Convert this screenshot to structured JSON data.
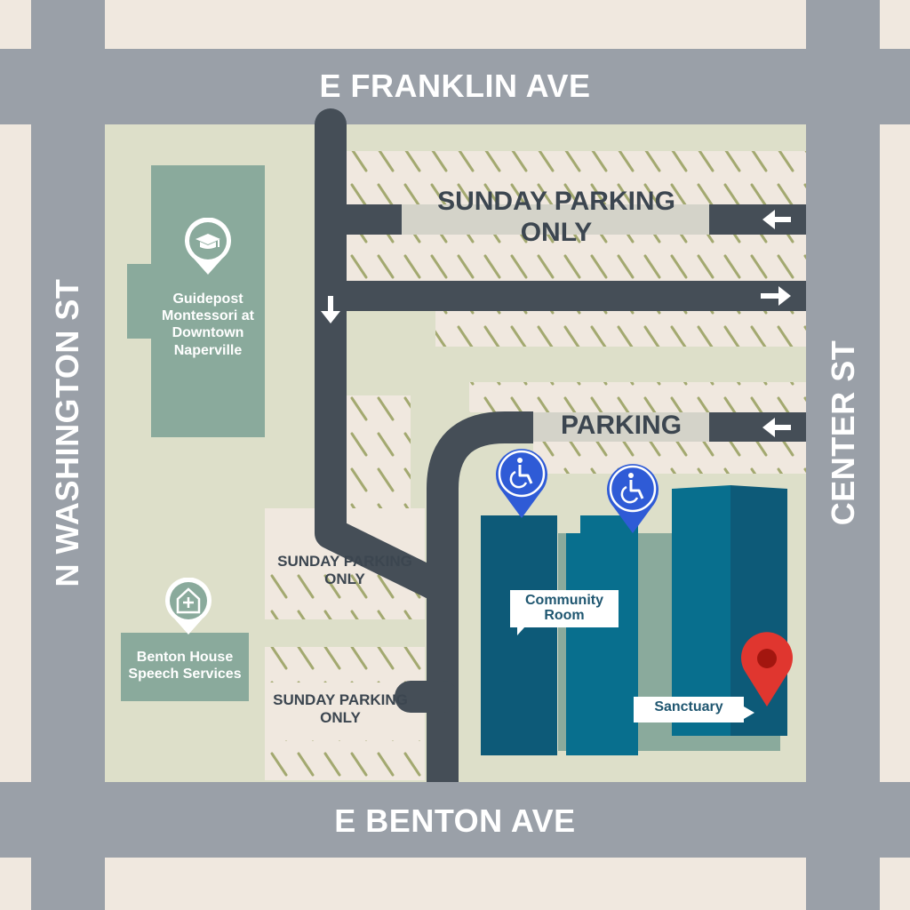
{
  "streets": {
    "north": "E FRANKLIN AVE",
    "south": "E BENTON AVE",
    "west": "N WASHINGTON ST",
    "east": "CENTER ST"
  },
  "parking": {
    "top_lot": "SUNDAY PARKING ONLY",
    "middle_lot": "PARKING",
    "west_lot_upper": "SUNDAY PARKING ONLY",
    "west_lot_lower": "SUNDAY PARKING ONLY"
  },
  "places": {
    "school": "Guidepost Montessori at Downtown Naperville",
    "speech": "Benton House Speech Services",
    "community_room": "Community Room",
    "sanctuary": "Sanctuary"
  },
  "icons": {
    "school": "graduation-cap-icon",
    "speech": "house-plus-icon",
    "accessible": "wheelchair-icon",
    "destination": "map-pin-icon",
    "arrow_left": "arrow-left-icon",
    "arrow_right": "arrow-right-icon",
    "arrow_down": "arrow-down-icon"
  },
  "colors": {
    "road": "#9aa0a8",
    "block": "#f0e8df",
    "lot": "#dddfc9",
    "drive": "#454e57",
    "building_dark": "#0d5a78",
    "building": "#086f8e",
    "poi_building": "#8aaa9c",
    "accessible_pin": "#2f5bd6",
    "destination_pin": "#e0362f"
  }
}
